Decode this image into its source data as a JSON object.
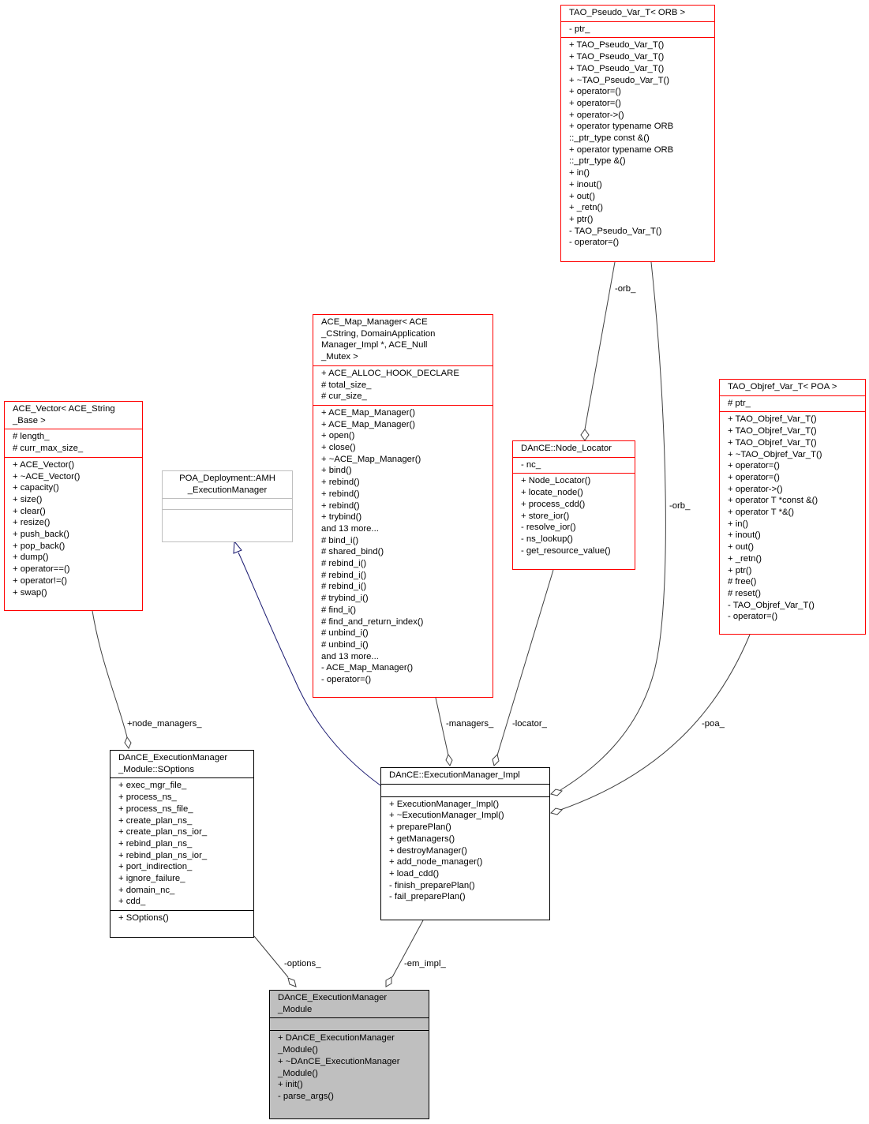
{
  "classes": {
    "tao_pseudo": {
      "title": [
        "TAO_Pseudo_Var_T< ORB >"
      ],
      "attributes": [
        "- ptr_"
      ],
      "methods": [
        "+ TAO_Pseudo_Var_T()",
        "+ TAO_Pseudo_Var_T()",
        "+ TAO_Pseudo_Var_T()",
        "+ ~TAO_Pseudo_Var_T()",
        "+ operator=()",
        "+ operator=()",
        "+ operator->()",
        "+ operator typename ORB",
        "::_ptr_type const &()",
        "+ operator typename ORB",
        "::_ptr_type &()",
        "+ in()",
        "+ inout()",
        "+ out()",
        "+ _retn()",
        "+ ptr()",
        "- TAO_Pseudo_Var_T()",
        "- operator=()"
      ]
    },
    "ace_map": {
      "title": [
        "ACE_Map_Manager< ACE",
        "_CString, DomainApplication",
        "Manager_Impl *, ACE_Null",
        "_Mutex >"
      ],
      "attributes": [
        "+ ACE_ALLOC_HOOK_DECLARE",
        "# total_size_",
        "# cur_size_"
      ],
      "methods": [
        "+ ACE_Map_Manager()",
        "+ ACE_Map_Manager()",
        "+ open()",
        "+ close()",
        "+ ~ACE_Map_Manager()",
        "+ bind()",
        "+ rebind()",
        "+ rebind()",
        "+ rebind()",
        "+ trybind()",
        "and 13 more...",
        "# bind_i()",
        "# shared_bind()",
        "# rebind_i()",
        "# rebind_i()",
        "# rebind_i()",
        "# trybind_i()",
        "# find_i()",
        "# find_and_return_index()",
        "# unbind_i()",
        "# unbind_i()",
        "and 13 more...",
        "- ACE_Map_Manager()",
        "- operator=()"
      ]
    },
    "ace_vector": {
      "title": [
        "ACE_Vector< ACE_String",
        "_Base >"
      ],
      "attributes": [
        "# length_",
        "# curr_max_size_"
      ],
      "methods": [
        "+ ACE_Vector()",
        "+ ~ACE_Vector()",
        "+ capacity()",
        "+ size()",
        "+ clear()",
        "+ resize()",
        "+ push_back()",
        "+ pop_back()",
        "+ dump()",
        "+ operator==()",
        "+ operator!=()",
        "+ swap()"
      ]
    },
    "poa_deploy": {
      "title": [
        "POA_Deployment::AMH",
        "_ExecutionManager"
      ],
      "attributes": [],
      "methods": []
    },
    "node_locator": {
      "title": [
        "DAnCE::Node_Locator"
      ],
      "attributes": [
        "- nc_"
      ],
      "methods": [
        "+ Node_Locator()",
        "+ locate_node()",
        "+ process_cdd()",
        "+ store_ior()",
        "- resolve_ior()",
        "- ns_lookup()",
        "- get_resource_value()"
      ]
    },
    "tao_objref": {
      "title": [
        "TAO_Objref_Var_T< POA >"
      ],
      "attributes": [
        "# ptr_"
      ],
      "methods": [
        "+ TAO_Objref_Var_T()",
        "+ TAO_Objref_Var_T()",
        "+ TAO_Objref_Var_T()",
        "+ ~TAO_Objref_Var_T()",
        "+ operator=()",
        "+ operator=()",
        "+ operator->()",
        "+ operator T *const &()",
        "+ operator T *&()",
        "+ in()",
        "+ inout()",
        "+ out()",
        "+ _retn()",
        "+ ptr()",
        "# free()",
        "# reset()",
        "- TAO_Objref_Var_T()",
        "- operator=()"
      ]
    },
    "soptions": {
      "title": [
        "DAnCE_ExecutionManager",
        "_Module::SOptions"
      ],
      "attributes": [
        "+ exec_mgr_file_",
        "+ process_ns_",
        "+ process_ns_file_",
        "+ create_plan_ns_",
        "+ create_plan_ns_ior_",
        "+ rebind_plan_ns_",
        "+ rebind_plan_ns_ior_",
        "+ port_indirection_",
        "+ ignore_failure_",
        "+ domain_nc_",
        "+ cdd_"
      ],
      "methods": [
        "+ SOptions()"
      ]
    },
    "em_impl": {
      "title": [
        "DAnCE::ExecutionManager_Impl"
      ],
      "attributes": [],
      "methods": [
        "+ ExecutionManager_Impl()",
        "+ ~ExecutionManager_Impl()",
        "+ preparePlan()",
        "+ getManagers()",
        "+ destroyManager()",
        "+ add_node_manager()",
        "+ load_cdd()",
        "- finish_preparePlan()",
        "- fail_preparePlan()"
      ]
    },
    "em_module": {
      "title": [
        "DAnCE_ExecutionManager",
        "_Module"
      ],
      "attributes": [],
      "methods": [
        "+ DAnCE_ExecutionManager",
        "_Module()",
        "+ ~DAnCE_ExecutionManager",
        "_Module()",
        "+ init()",
        "- parse_args()"
      ]
    }
  },
  "edges": {
    "orb_locator": "-orb_",
    "orb_impl": "-orb_",
    "managers": "-managers_",
    "locator": "-locator_",
    "poa": "-poa_",
    "node_managers": "+node_managers_",
    "options": "-options_",
    "em_impl": "-em_impl_"
  },
  "colors": {
    "class_border": "#ff0000",
    "focus_fill": "#bfbfbf",
    "inheritance_line": "#191970",
    "edge_line": "#404040"
  }
}
